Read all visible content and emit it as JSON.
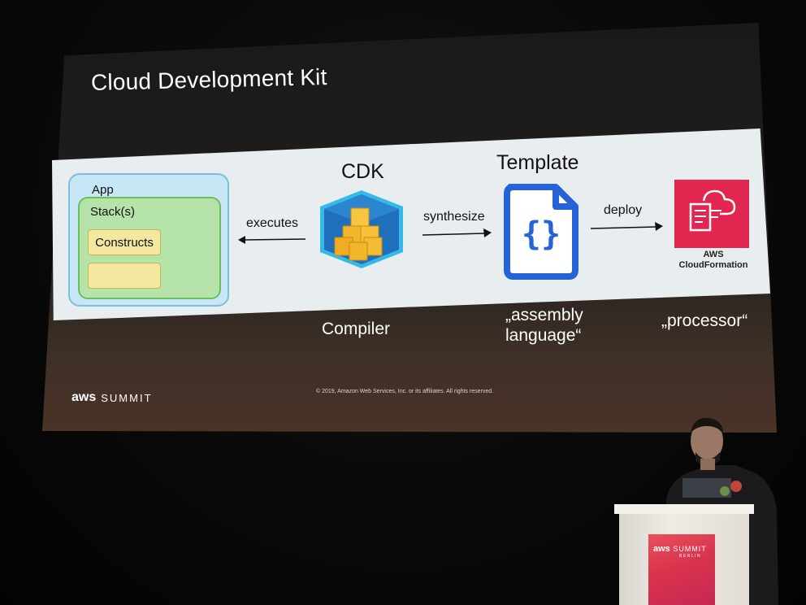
{
  "slide": {
    "title": "Cloud Development Kit",
    "app_label": "App",
    "stack_label": "Stack(s)",
    "construct_label": "Constructs",
    "cdk_heading": "CDK",
    "template_heading": "Template",
    "executes_label": "executes",
    "synthesize_label": "synthesize",
    "deploy_label": "deploy",
    "cloudformation_caption_line1": "AWS",
    "cloudformation_caption_line2": "CloudFormation",
    "caption_compiler": "Compiler",
    "caption_assembly_line1": "„assembly",
    "caption_assembly_line2": "language“",
    "caption_processor": "„processor“",
    "footer_aws": "aws",
    "footer_summit": "SUMMIT",
    "copyright": "© 2019, Amazon Web Services, Inc. or its affiliates. All rights reserved."
  },
  "podium": {
    "aws": "aws",
    "summit": "SUMMIT",
    "city": "BERLIN"
  },
  "colors": {
    "cdk_blue": "#2a6fbf",
    "cdk_cube": "#f2b62c",
    "template_blue": "#2563d6",
    "cloudformation_red": "#e3264f",
    "app_blue": "#c8e7f6",
    "stack_green": "#b5e3a8",
    "construct_yellow": "#f3e7a2"
  }
}
